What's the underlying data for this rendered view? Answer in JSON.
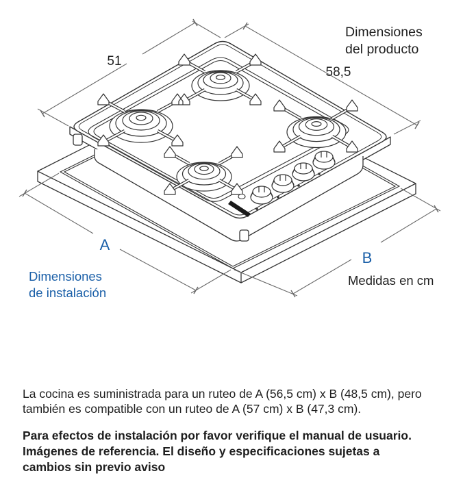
{
  "diagram": {
    "dim_width_label": "51",
    "dim_depth_label": "58,5",
    "product_dims_label_line1": "Dimensiones",
    "product_dims_label_line2": "del producto",
    "install_dim_a": "A",
    "install_dim_b": "B",
    "install_label_line1": "Dimensiones",
    "install_label_line2": "de instalación",
    "units_label": "Medidas en cm",
    "colors": {
      "accent_blue": "#1a5fa8",
      "drawing_line": "#333333",
      "dimension_line": "#6a6a6a",
      "text": "#1f1f1f"
    }
  },
  "notes": {
    "supply_line1": "La cocina es suministrada para un ruteo de A (56,5 cm) x B (48,5 cm), pero",
    "supply_line2": "también es compatible con un ruteo de A (57 cm) x B (47,3 cm).",
    "disclaimer_line1": "Para efectos de instalación por favor verifique el manual de usuario.",
    "disclaimer_line2": "Imágenes de referencia. El diseño y especificaciones sujetas a",
    "disclaimer_line3": "cambios sin previo aviso"
  }
}
